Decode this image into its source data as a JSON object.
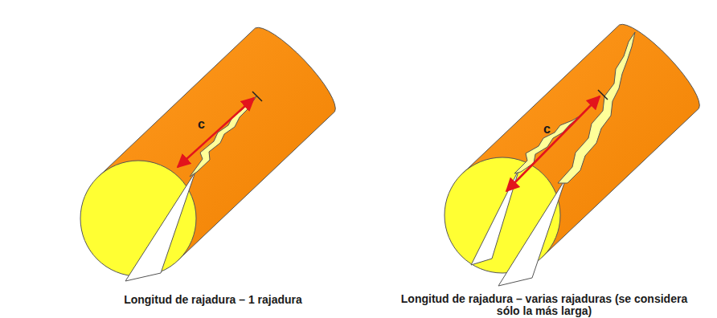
{
  "diagram": {
    "labels": [
      "c",
      "c",
      "Longitud de rajadura – 1 rajadura",
      "Longitud de rajadura – varias rajaduras (se considera sólo la más larga)"
    ]
  }
}
